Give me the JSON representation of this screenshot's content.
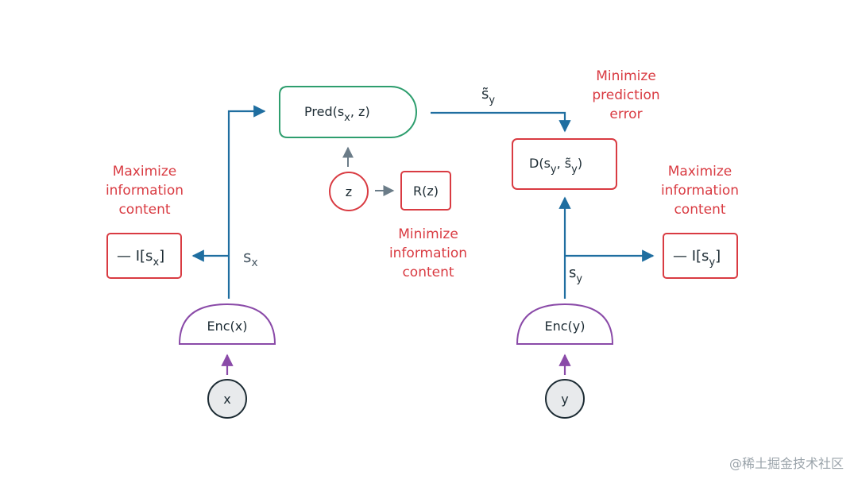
{
  "nodes": {
    "pred": {
      "text": "Pred(s",
      "sub": "x",
      "tail": ", z)"
    },
    "dist": {
      "text": "D(s",
      "sub1": "y",
      "mid": ", s̃",
      "sub2": "y",
      "tail": ")"
    },
    "z": {
      "text": "z"
    },
    "rz": {
      "text": "R(z)"
    },
    "enc_x": {
      "text": "Enc(x)"
    },
    "enc_y": {
      "text": "Enc(y)"
    },
    "x": {
      "text": "x"
    },
    "y": {
      "text": "y"
    },
    "info_x": {
      "text": "— I[s",
      "sub": "x",
      "tail": "]"
    },
    "info_y": {
      "text": "— I[s",
      "sub": "y",
      "tail": "]"
    }
  },
  "edge_labels": {
    "sx": {
      "text": "s",
      "sub": "x"
    },
    "sy": {
      "text": "s",
      "sub": "y"
    },
    "sy_tilde": {
      "text": "s̃",
      "sub": "y"
    }
  },
  "annotations": {
    "max_info_left": [
      "Maximize",
      "information",
      "content"
    ],
    "max_info_right": [
      "Maximize",
      "information",
      "content"
    ],
    "min_info": [
      "Minimize",
      "information",
      "content"
    ],
    "min_pred": [
      "Minimize",
      "prediction",
      "error"
    ]
  },
  "watermark": "@稀土掘金技术社区",
  "colors": {
    "blue_arrow": "#1f6ea0",
    "red": "#d93b42",
    "green": "#2e9e6e",
    "purple": "#8a4aa8",
    "gray_node": "#e8eaec",
    "dark_text": "#1c2b33",
    "slate": "#6b7c88"
  }
}
